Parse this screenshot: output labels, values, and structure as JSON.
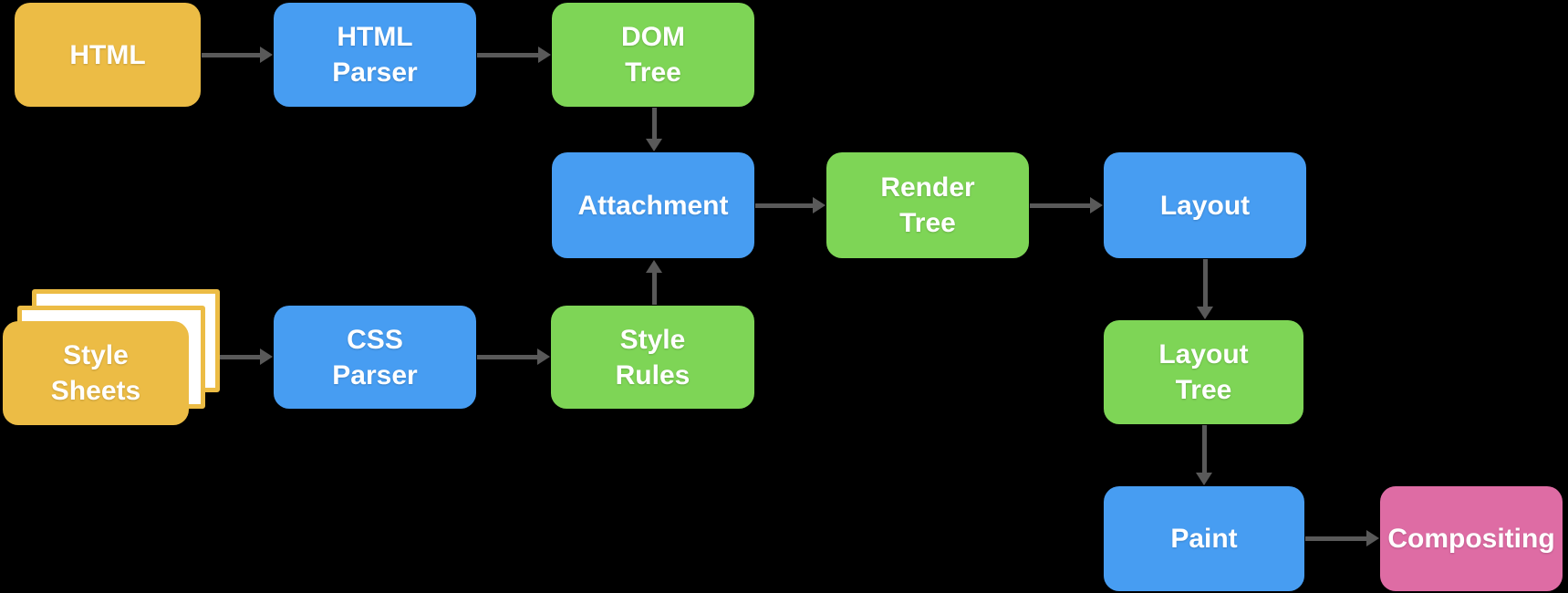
{
  "diagram": {
    "name": "browser-rendering-pipeline",
    "background_color": "#000000",
    "arrow_color": "#595959",
    "text_color": "#FFFFFF",
    "node_colors": {
      "yellow": "#ECBC45",
      "blue": "#479DF2",
      "green": "#7ED556",
      "pink": "#DE6CA4",
      "sheet_fill": "#FFFFFF"
    },
    "nodes": {
      "html": {
        "label": [
          "HTML"
        ],
        "color": "yellow"
      },
      "html_parser": {
        "label": [
          "HTML",
          "Parser"
        ],
        "color": "blue"
      },
      "dom_tree": {
        "label": [
          "DOM",
          "Tree"
        ],
        "color": "green"
      },
      "attachment": {
        "label": [
          "Attachment"
        ],
        "color": "blue"
      },
      "render_tree": {
        "label": [
          "Render",
          "Tree"
        ],
        "color": "green"
      },
      "layout": {
        "label": [
          "Layout"
        ],
        "color": "blue"
      },
      "style_sheets": {
        "label": [
          "Style",
          "Sheets"
        ],
        "color": "yellow"
      },
      "css_parser": {
        "label": [
          "CSS",
          "Parser"
        ],
        "color": "blue"
      },
      "style_rules": {
        "label": [
          "Style",
          "Rules"
        ],
        "color": "green"
      },
      "layout_tree": {
        "label": [
          "Layout",
          "Tree"
        ],
        "color": "green"
      },
      "paint": {
        "label": [
          "Paint"
        ],
        "color": "blue"
      },
      "compositing": {
        "label": [
          "Compositing"
        ],
        "color": "pink"
      }
    },
    "edges": [
      {
        "from": "html",
        "to": "html_parser",
        "direction": "right"
      },
      {
        "from": "html_parser",
        "to": "dom_tree",
        "direction": "right"
      },
      {
        "from": "dom_tree",
        "to": "attachment",
        "direction": "down"
      },
      {
        "from": "style_sheets",
        "to": "css_parser",
        "direction": "right"
      },
      {
        "from": "css_parser",
        "to": "style_rules",
        "direction": "right"
      },
      {
        "from": "style_rules",
        "to": "attachment",
        "direction": "up"
      },
      {
        "from": "attachment",
        "to": "render_tree",
        "direction": "right"
      },
      {
        "from": "render_tree",
        "to": "layout",
        "direction": "right"
      },
      {
        "from": "layout",
        "to": "layout_tree",
        "direction": "down"
      },
      {
        "from": "layout_tree",
        "to": "paint",
        "direction": "down"
      },
      {
        "from": "paint",
        "to": "compositing",
        "direction": "right"
      }
    ]
  }
}
